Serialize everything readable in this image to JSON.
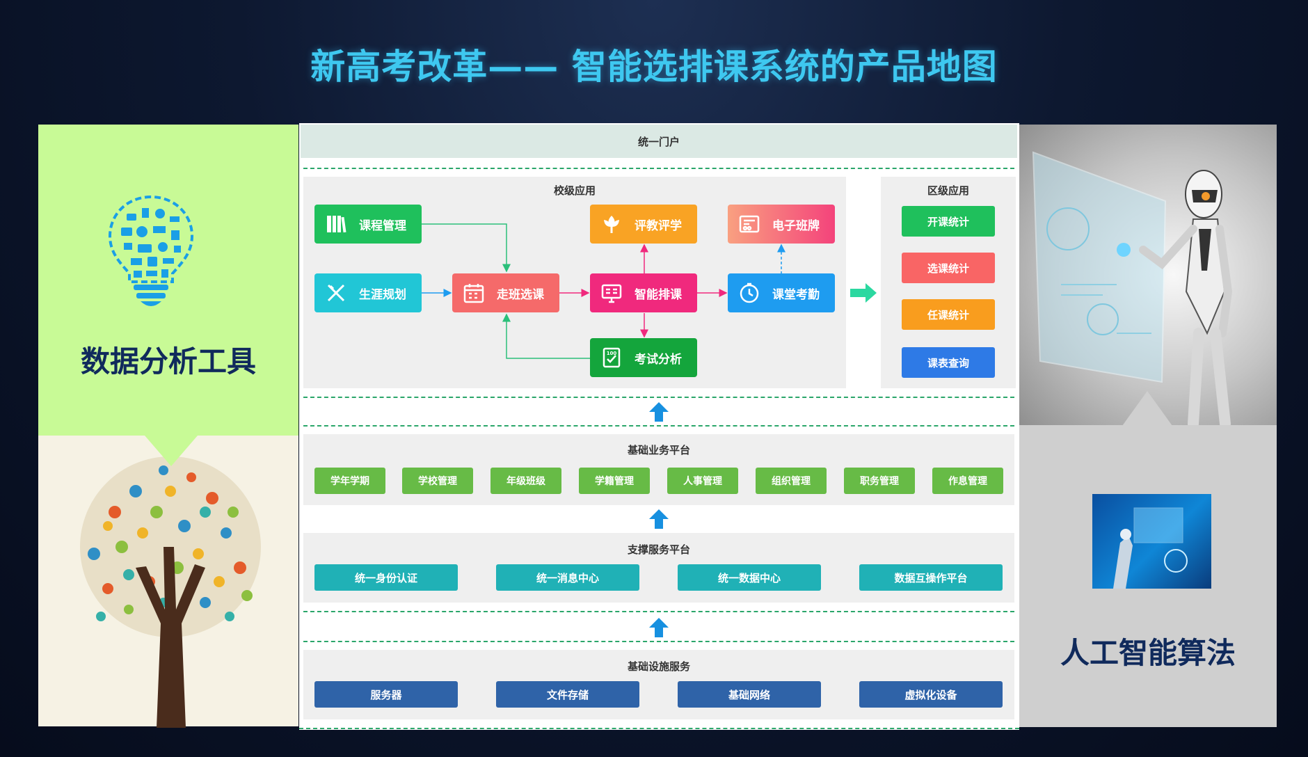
{
  "title": "新高考改革—— 智能选排课系统的产品地图",
  "left": {
    "label": "数据分析工具"
  },
  "right": {
    "label": "人工智能算法"
  },
  "portal": {
    "label": "统一门户"
  },
  "school": {
    "label": "校级应用",
    "apps": [
      {
        "label": "课程管理",
        "color": "#1fc05c",
        "icon": "books-icon"
      },
      {
        "label": "生涯规划",
        "color": "#21c6d6",
        "icon": "pencil-ruler-icon"
      },
      {
        "label": "走班选课",
        "color": "#f56a6a",
        "icon": "calendar-icon"
      },
      {
        "label": "评教评学",
        "color": "#f9a324",
        "icon": "flower-icon"
      },
      {
        "label": "智能排课",
        "color": "#f0297d",
        "icon": "monitor-icon"
      },
      {
        "label": "考试分析",
        "color": "#14a53c",
        "icon": "exam-icon"
      },
      {
        "label": "电子班牌",
        "color": "#f9a080",
        "icon": "card-icon"
      },
      {
        "label": "课堂考勤",
        "color": "#1e9cf0",
        "icon": "clock-icon"
      }
    ]
  },
  "district": {
    "label": "区级应用",
    "buttons": [
      {
        "label": "开课统计",
        "color": "#1fc05c"
      },
      {
        "label": "选课统计",
        "color": "#f96565"
      },
      {
        "label": "任课统计",
        "color": "#f99d1e"
      },
      {
        "label": "课表查询",
        "color": "#2e7ae6"
      }
    ]
  },
  "business": {
    "label": "基础业务平台",
    "items": [
      "学年学期",
      "学校管理",
      "年级班级",
      "学籍管理",
      "人事管理",
      "组织管理",
      "职务管理",
      "作息管理"
    ]
  },
  "support": {
    "label": "支撑服务平台",
    "items": [
      "统一身份认证",
      "统一消息中心",
      "统一数据中心",
      "数据互操作平台"
    ]
  },
  "infra": {
    "label": "基础设施服务",
    "items": [
      "服务器",
      "文件存储",
      "基础网络",
      "虚拟化设备"
    ]
  },
  "colors": {
    "teal": "#20b1b6",
    "navy": "#2f63a8",
    "green": "#67bb46",
    "arrow_blue": "#1790e0",
    "arrow_teal": "#2bd8a0"
  }
}
